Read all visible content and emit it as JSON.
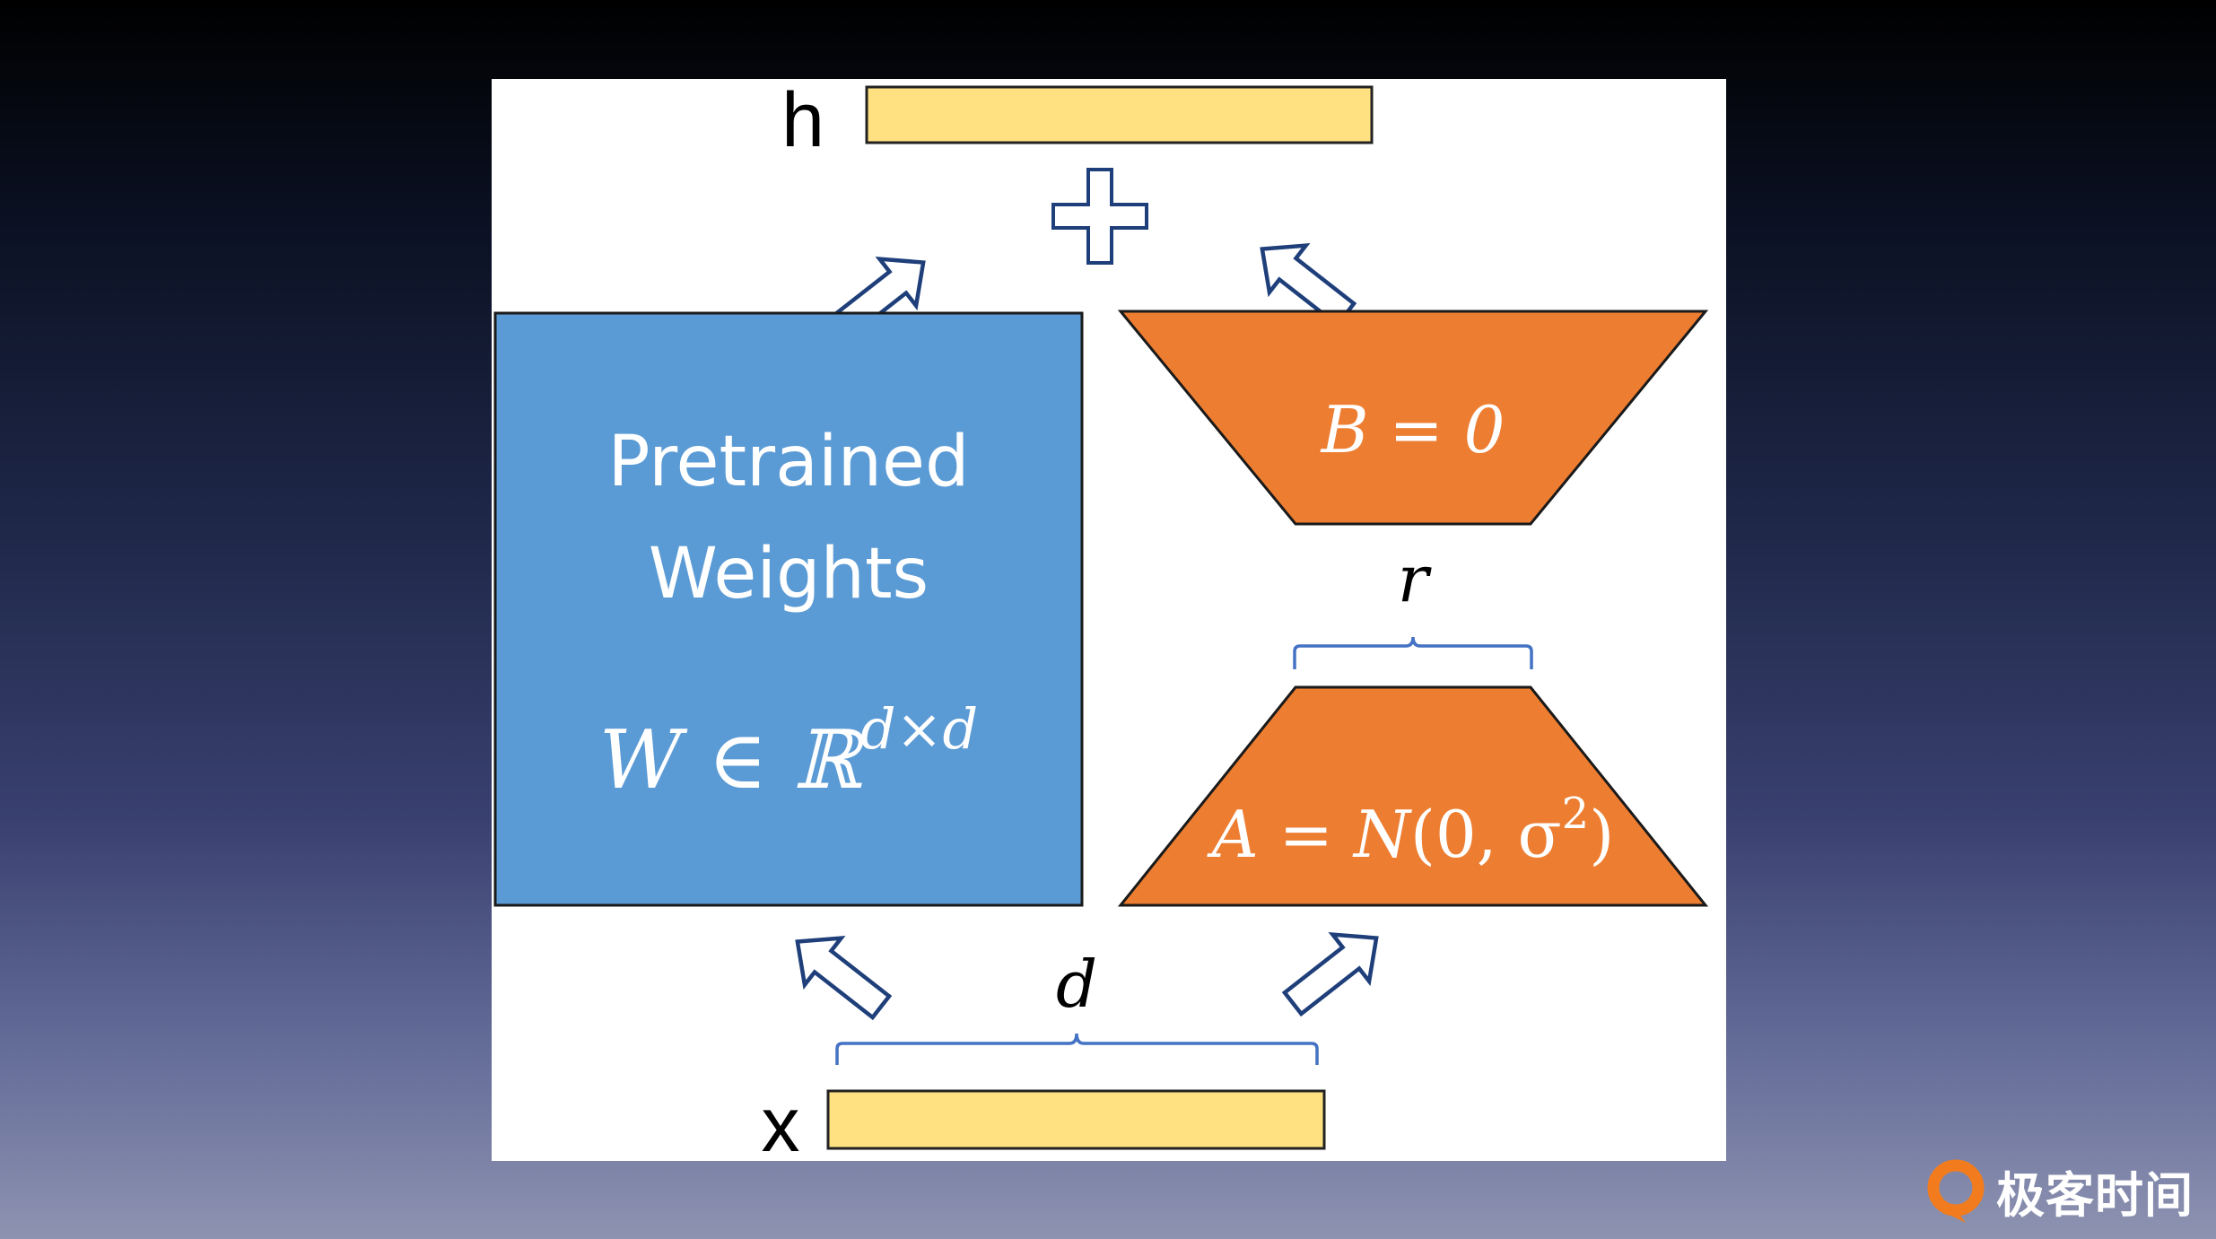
{
  "diagram": {
    "output_label": "h",
    "input_label": "x",
    "pretrained": {
      "line1": "Pretrained",
      "line2": "Weights",
      "formula": {
        "base": "W ∈ ℝ",
        "sup": "d×d"
      }
    },
    "matrix_b": {
      "formula": "B = 0"
    },
    "matrix_a": {
      "prefix": "A = ",
      "calN": "N",
      "args": "(0, σ",
      "sup": "2",
      "close": ")"
    },
    "rank_label": "r",
    "dim_label": "d",
    "operator": "plus"
  },
  "colors": {
    "pretrained_fill": "#5b9bd5",
    "lora_fill": "#ed7d31",
    "vector_fill": "#ffe182",
    "arrow_stroke": "#1f3f7a",
    "brace_stroke": "#4472c4"
  },
  "watermark": {
    "brand": "极客时间",
    "logo_icon": "geekbang-logo-icon"
  }
}
